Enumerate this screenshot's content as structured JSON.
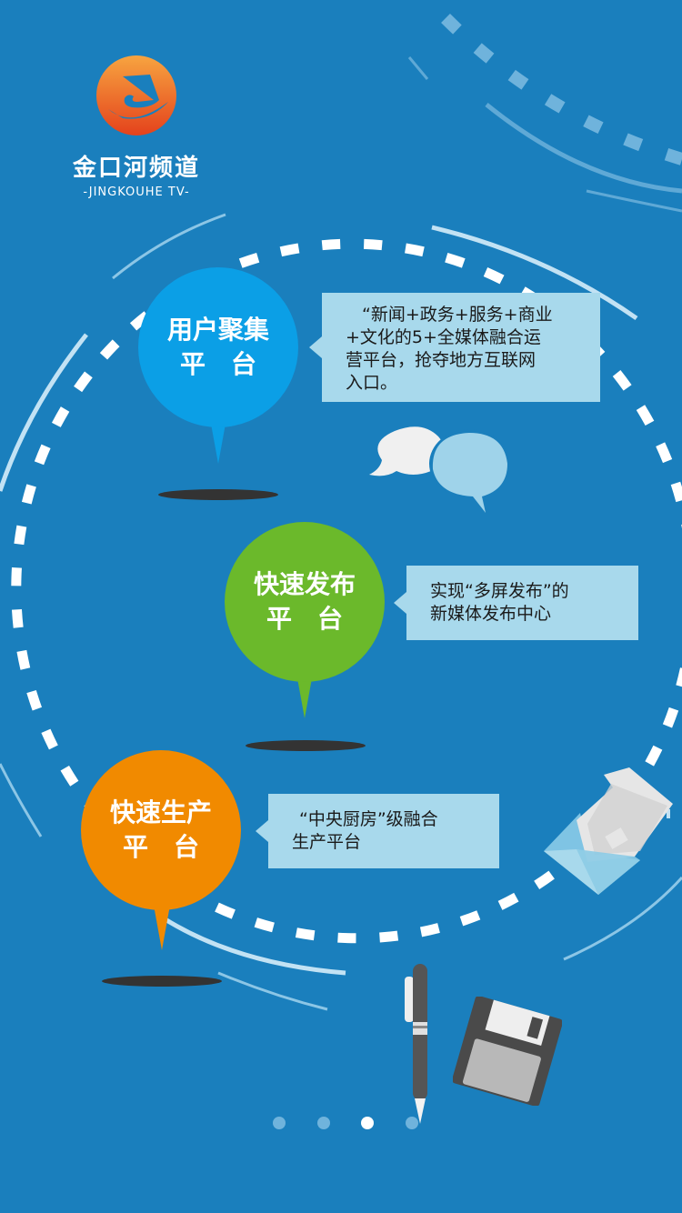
{
  "logo": {
    "name_cn": "金口河频道",
    "name_en": "-JINGKOUHE TV-",
    "icon": "jingkouhe-cloud-logo-icon"
  },
  "colors": {
    "background": "#1a7fbd",
    "pin_blue": "#0b9fe6",
    "pin_green": "#6bb92b",
    "pin_orange": "#f18a00",
    "callout_bg": "#a8d9ec",
    "dot_inactive": "#6fb3dc",
    "dot_active": "#ffffff"
  },
  "pins": [
    {
      "title_line1": "用户聚集",
      "title_line2": "平　台",
      "color": "#0b9fe6",
      "description": "“新闻+政务+服务+商业+文化的5+全媒体融合运营平台，抢夺地方互联网入口。",
      "desc_lines": [
        "“新闻+政务+服务+商业",
        "+文化的5+全媒体融合运",
        "营平台，抢夺地方互联网",
        "入口。"
      ]
    },
    {
      "title_line1": "快速发布",
      "title_line2": "平　台",
      "color": "#6bb92b",
      "description": "实现“多屏发布”的新媒体发布中心",
      "desc_lines": [
        "实现“多屏发布”的",
        "新媒体发布中心"
      ]
    },
    {
      "title_line1": "快速生产",
      "title_line2": "平　台",
      "color": "#f18a00",
      "description": "“中央厨房”级融合生产平台",
      "desc_lines": [
        "“中央厨房”级融合",
        "生产平台"
      ]
    }
  ],
  "decorations": [
    "chat-bubbles-icon",
    "envelope-letter-icon",
    "pen-icon",
    "floppy-disk-icon"
  ],
  "pagination": {
    "total": 4,
    "active_index": 2
  }
}
